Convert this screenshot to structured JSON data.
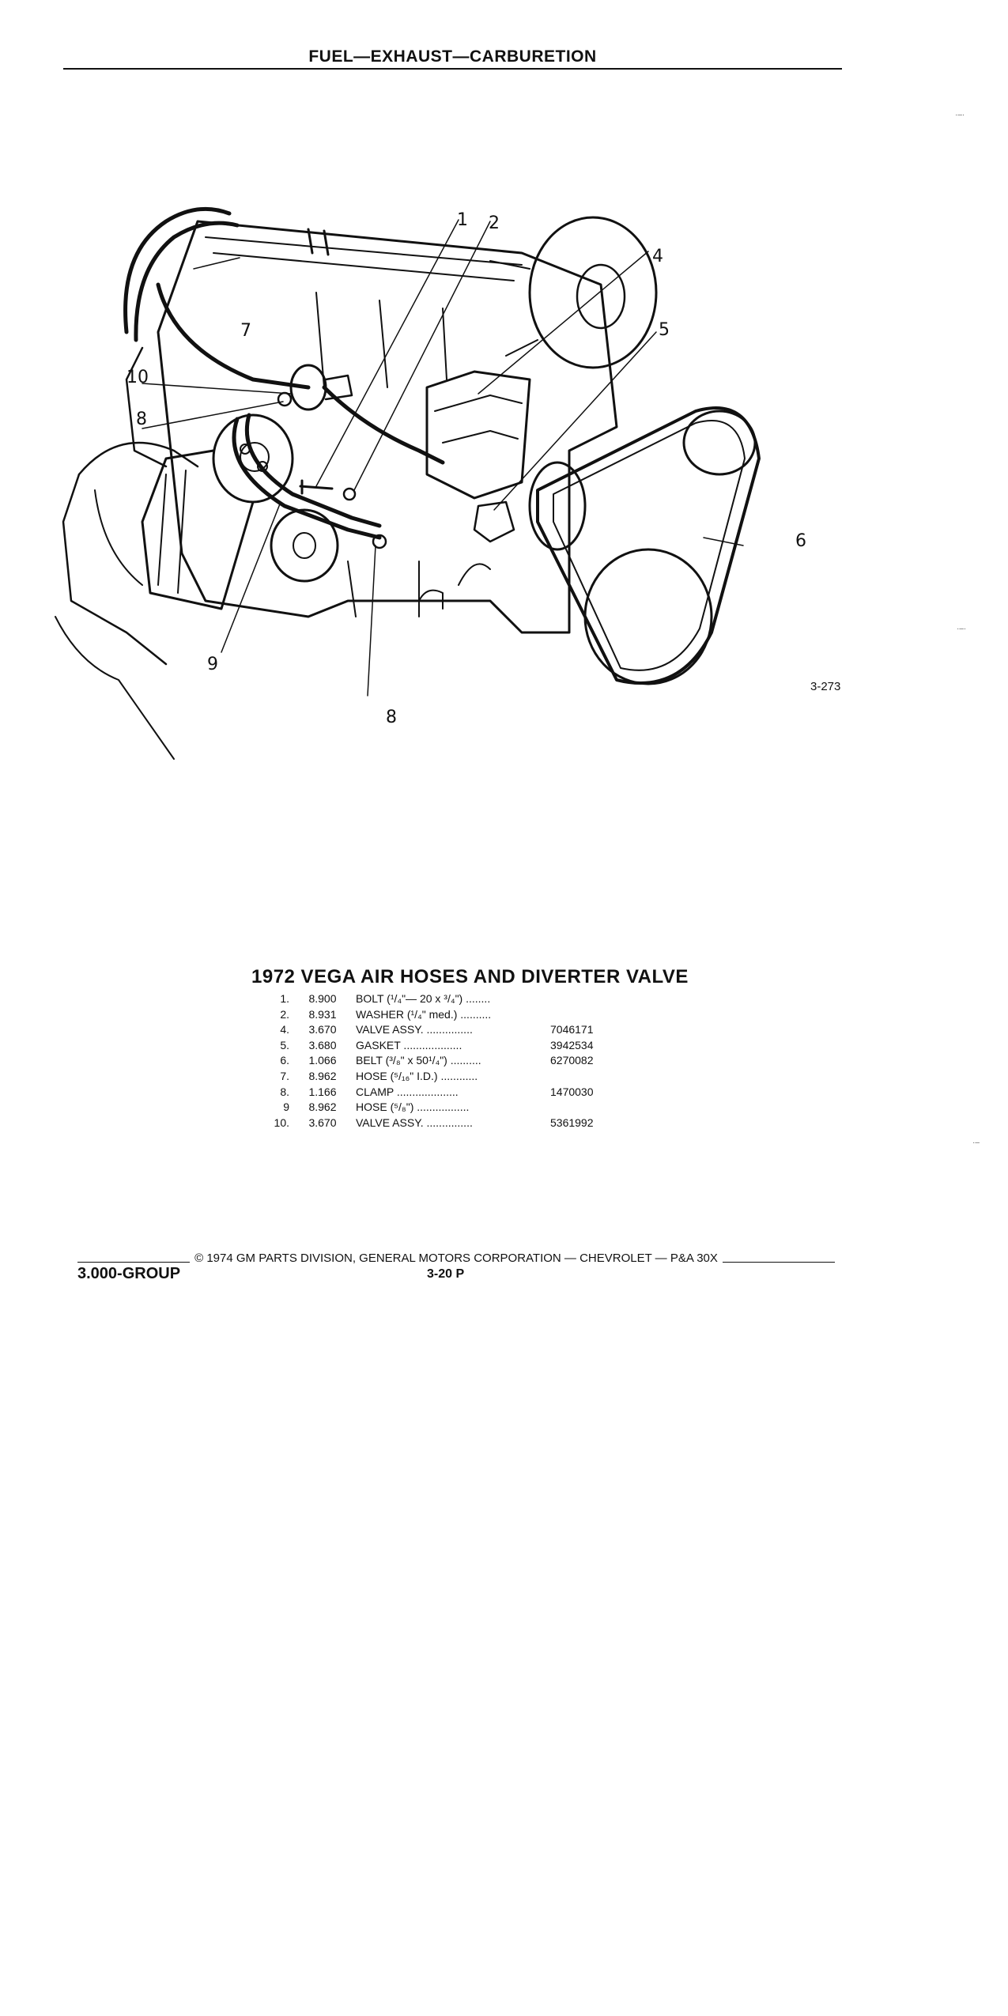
{
  "header": {
    "title": "FUEL—EXHAUST—CARBURETION"
  },
  "figure": {
    "number": "3-273",
    "callouts": [
      "1",
      "2",
      "4",
      "5",
      "6",
      "7",
      "8",
      "8",
      "9",
      "10"
    ]
  },
  "parts": {
    "title": "1972 VEGA AIR HOSES AND DIVERTER VALVE",
    "rows": [
      {
        "item": "1.",
        "group": "8.900",
        "description": "BOLT (¹/₄\"— 20 x ³/₄\") ........",
        "part_number": ""
      },
      {
        "item": "2.",
        "group": "8.931",
        "description": "WASHER (¹/₄\" med.) ..........",
        "part_number": ""
      },
      {
        "item": "4.",
        "group": "3.670",
        "description": "VALVE ASSY. ...............",
        "part_number": "7046171"
      },
      {
        "item": "5.",
        "group": "3.680",
        "description": "GASKET ...................",
        "part_number": "3942534"
      },
      {
        "item": "6.",
        "group": "1.066",
        "description": "BELT (³/₈\" x 50¹/₄\") ..........",
        "part_number": "6270082"
      },
      {
        "item": "7.",
        "group": "8.962",
        "description": "HOSE (⁵/₁₆\" I.D.) ............",
        "part_number": ""
      },
      {
        "item": "8.",
        "group": "1.166",
        "description": "CLAMP ....................",
        "part_number": "1470030"
      },
      {
        "item": "9",
        "group": "8.962",
        "description": "HOSE (⁵/₈\") .................",
        "part_number": ""
      },
      {
        "item": "10.",
        "group": "3.670",
        "description": "VALVE ASSY. ...............",
        "part_number": "5361992"
      }
    ]
  },
  "footer": {
    "copyright": "© 1974 GM PARTS DIVISION, GENERAL MOTORS CORPORATION — CHEVROLET — P&A 30X",
    "group": "3.000-GROUP",
    "page": "3-20  P"
  }
}
